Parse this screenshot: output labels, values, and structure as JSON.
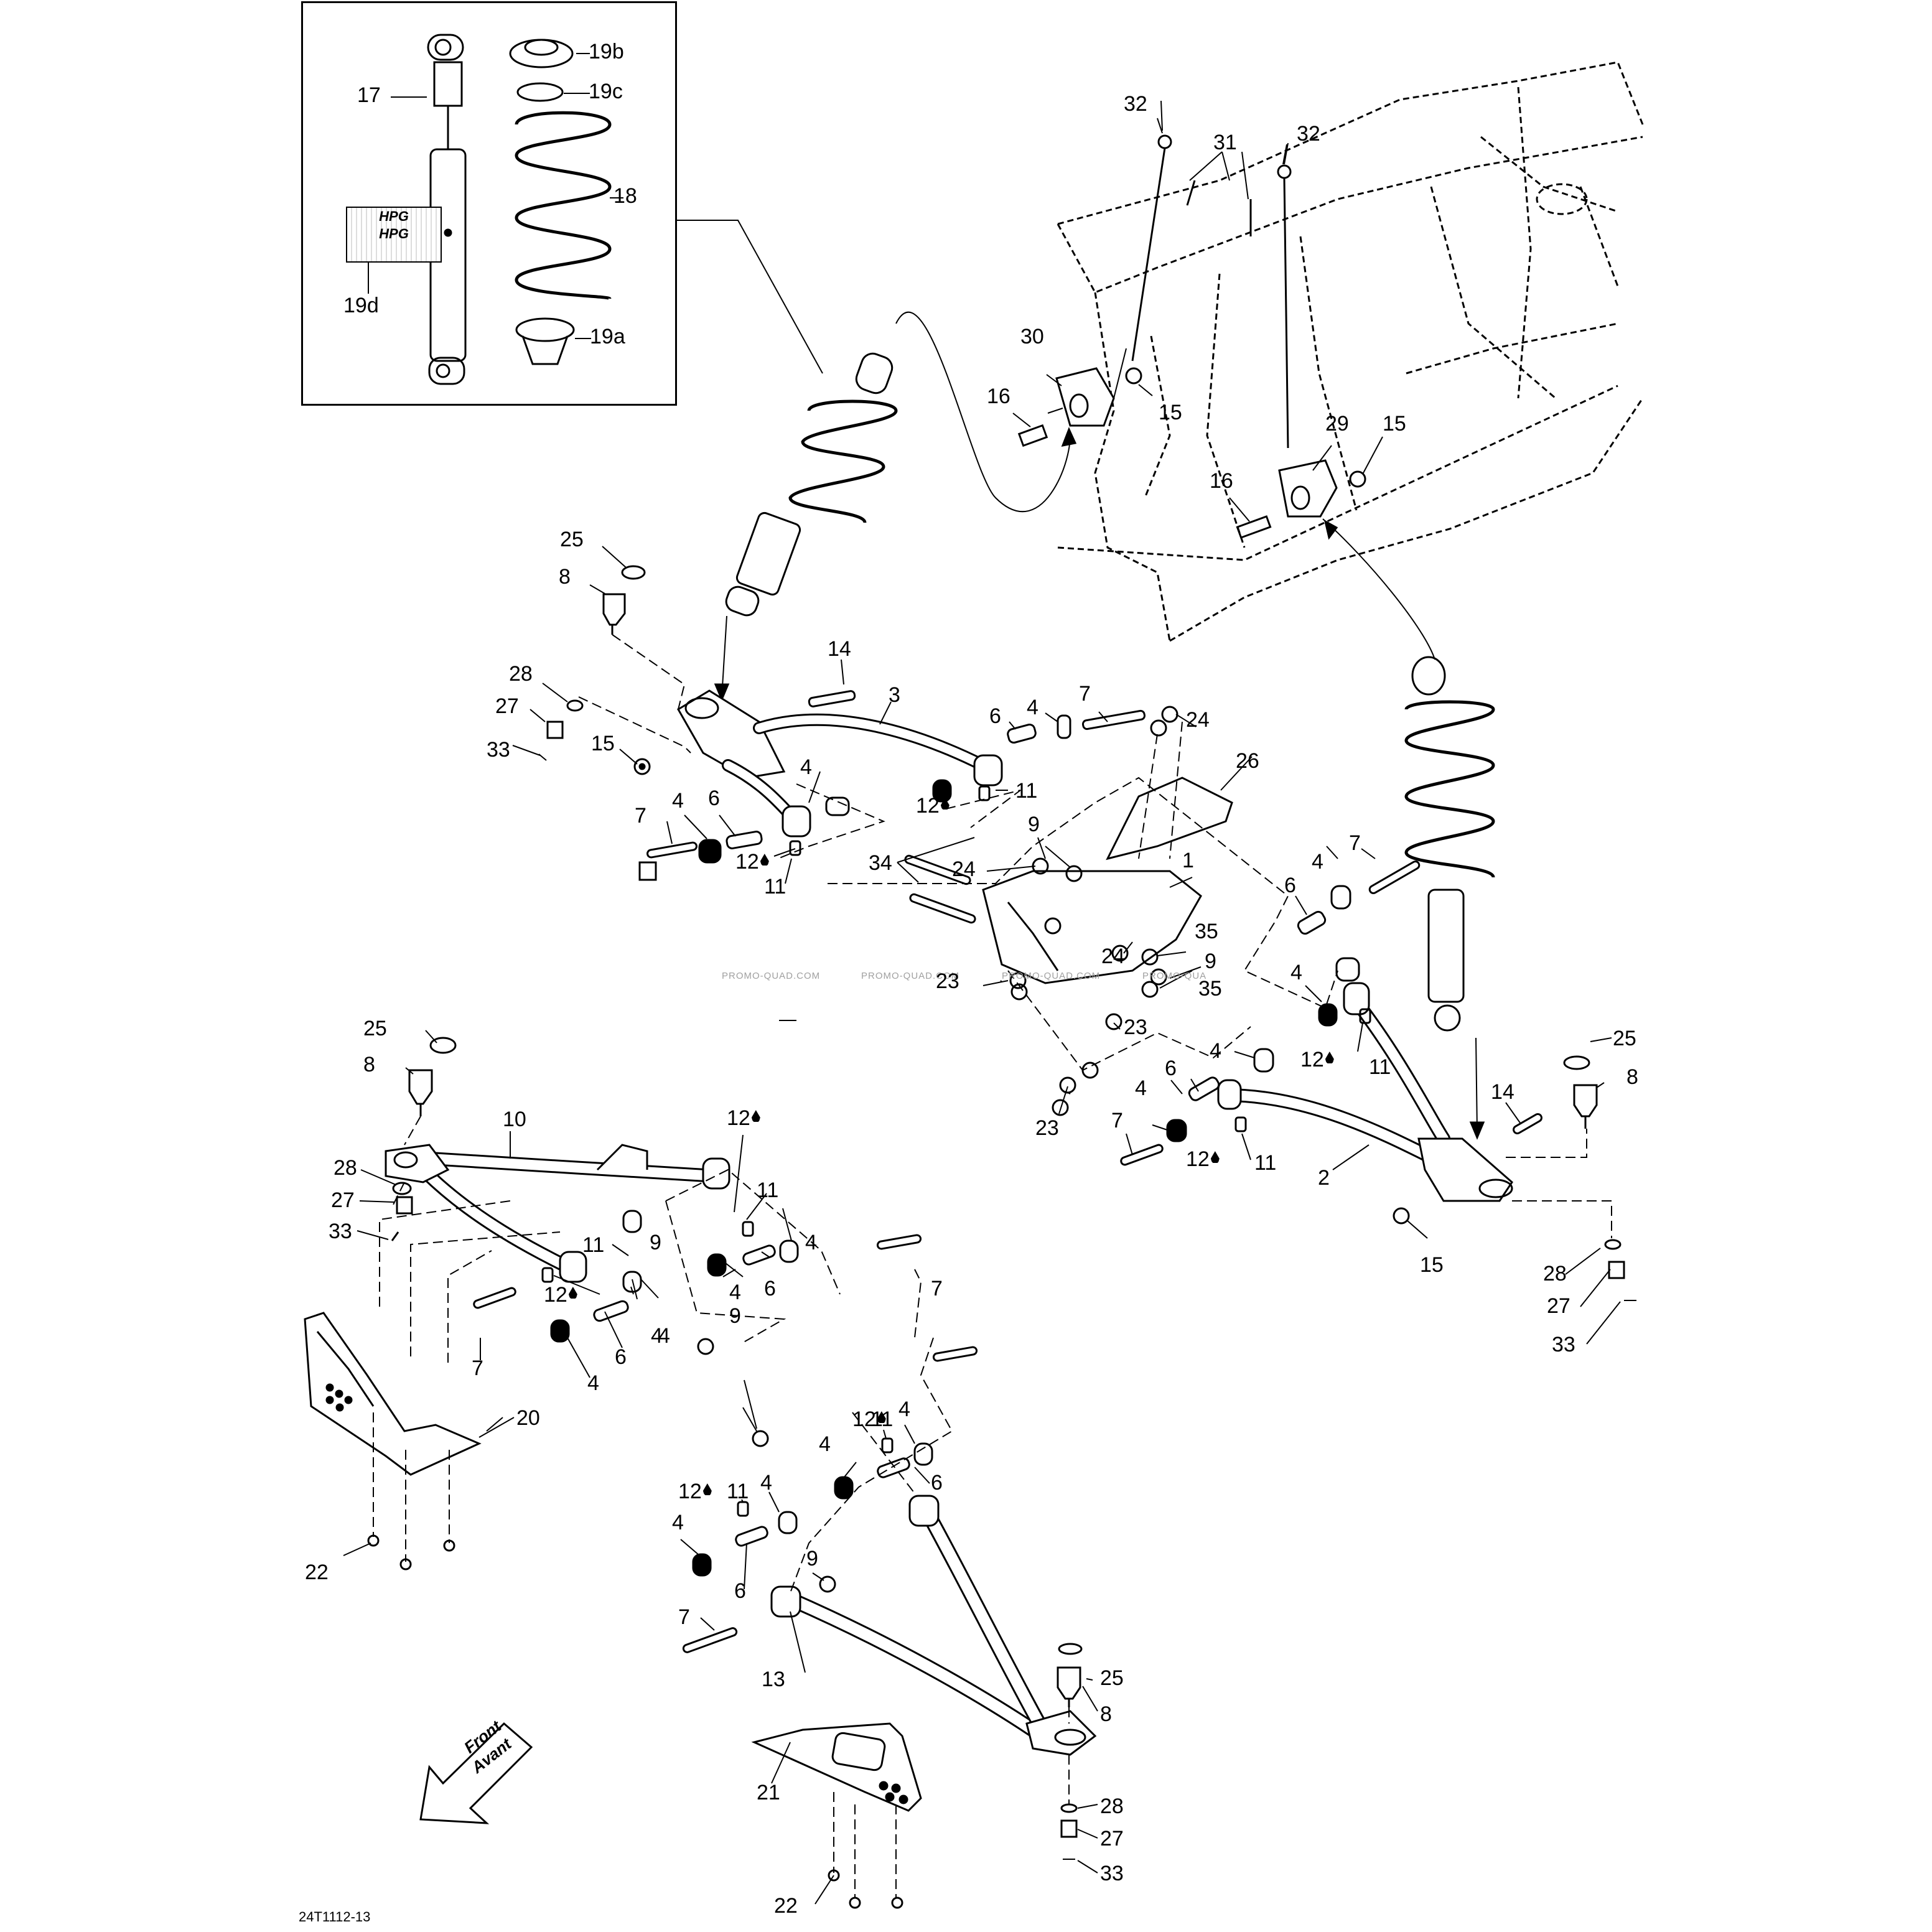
{
  "document_id": "24T1112-13",
  "watermarks": [
    "PROMO-QUAD.COM",
    "PROMO-QUAD.COM",
    "PROMO-QUAD.COM",
    "PROMO-QUA"
  ],
  "front_label": {
    "line1": "Front",
    "line2": "Avant"
  },
  "hpg_label": "HPG",
  "callouts": [
    {
      "id": "c-17",
      "text": "17"
    },
    {
      "id": "c-19b",
      "text": "19b"
    },
    {
      "id": "c-19c",
      "text": "19c"
    },
    {
      "id": "c-18",
      "text": "18"
    },
    {
      "id": "c-19d",
      "text": "19d"
    },
    {
      "id": "c-19a",
      "text": "19a"
    },
    {
      "id": "c-32a",
      "text": "32"
    },
    {
      "id": "c-31",
      "text": "31"
    },
    {
      "id": "c-32b",
      "text": "32"
    },
    {
      "id": "c-30",
      "text": "30"
    },
    {
      "id": "c-16a",
      "text": "16"
    },
    {
      "id": "c-15a",
      "text": "15"
    },
    {
      "id": "c-29",
      "text": "29"
    },
    {
      "id": "c-15b",
      "text": "15"
    },
    {
      "id": "c-16b",
      "text": "16"
    },
    {
      "id": "c-25a",
      "text": "25"
    },
    {
      "id": "c-8a",
      "text": "8"
    },
    {
      "id": "c-14a",
      "text": "14"
    },
    {
      "id": "c-28a",
      "text": "28"
    },
    {
      "id": "c-27a",
      "text": "27"
    },
    {
      "id": "c-33a",
      "text": "33"
    },
    {
      "id": "c-15c",
      "text": "15"
    },
    {
      "id": "c-3",
      "text": "3"
    },
    {
      "id": "c-6a",
      "text": "6"
    },
    {
      "id": "c-4a",
      "text": "4"
    },
    {
      "id": "c-7a",
      "text": "7"
    },
    {
      "id": "c-24a",
      "text": "24"
    },
    {
      "id": "c-26",
      "text": "26"
    },
    {
      "id": "c-4b",
      "text": "4"
    },
    {
      "id": "c-11a",
      "text": "11"
    },
    {
      "id": "c-12a",
      "text": "12",
      "drop": true
    },
    {
      "id": "c-7b",
      "text": "7"
    },
    {
      "id": "c-4c",
      "text": "4"
    },
    {
      "id": "c-6b",
      "text": "6"
    },
    {
      "id": "c-12b",
      "text": "12",
      "drop": true
    },
    {
      "id": "c-11b",
      "text": "11"
    },
    {
      "id": "c-34",
      "text": "34"
    },
    {
      "id": "c-24b",
      "text": "24"
    },
    {
      "id": "c-9a",
      "text": "9"
    },
    {
      "id": "c-1",
      "text": "1"
    },
    {
      "id": "c-35a",
      "text": "35"
    },
    {
      "id": "c-24c",
      "text": "24"
    },
    {
      "id": "c-9b",
      "text": "9"
    },
    {
      "id": "c-23a",
      "text": "23"
    },
    {
      "id": "c-35b",
      "text": "35"
    },
    {
      "id": "c-23b",
      "text": "23"
    },
    {
      "id": "c-23c",
      "text": "23"
    },
    {
      "id": "c-7c",
      "text": "7"
    },
    {
      "id": "c-4d",
      "text": "4"
    },
    {
      "id": "c-6c",
      "text": "6"
    },
    {
      "id": "c-4e",
      "text": "4"
    },
    {
      "id": "c-12c",
      "text": "12",
      "drop": true
    },
    {
      "id": "c-11c",
      "text": "11"
    },
    {
      "id": "c-4f",
      "text": "4"
    },
    {
      "id": "c-6d",
      "text": "6"
    },
    {
      "id": "c-4g",
      "text": "4"
    },
    {
      "id": "c-7d",
      "text": "7"
    },
    {
      "id": "c-12d",
      "text": "12",
      "drop": true
    },
    {
      "id": "c-11d",
      "text": "11"
    },
    {
      "id": "c-2",
      "text": "2"
    },
    {
      "id": "c-14b",
      "text": "14"
    },
    {
      "id": "c-25b",
      "text": "25"
    },
    {
      "id": "c-8b",
      "text": "8"
    },
    {
      "id": "c-15d",
      "text": "15"
    },
    {
      "id": "c-28b",
      "text": "28"
    },
    {
      "id": "c-27b",
      "text": "27"
    },
    {
      "id": "c-33b",
      "text": "33"
    },
    {
      "id": "c-25c",
      "text": "25"
    },
    {
      "id": "c-8c",
      "text": "8"
    },
    {
      "id": "c-10",
      "text": "10"
    },
    {
      "id": "c-12e",
      "text": "12",
      "drop": true
    },
    {
      "id": "c-11e",
      "text": "11"
    },
    {
      "id": "c-28c",
      "text": "28"
    },
    {
      "id": "c-27c",
      "text": "27"
    },
    {
      "id": "c-33c",
      "text": "33"
    },
    {
      "id": "c-11f",
      "text": "11"
    },
    {
      "id": "c-9c",
      "text": "9"
    },
    {
      "id": "c-12f",
      "text": "12",
      "drop": true
    },
    {
      "id": "c-4h",
      "text": "4"
    },
    {
      "id": "c-6e",
      "text": "6"
    },
    {
      "id": "c-4i",
      "text": "4"
    },
    {
      "id": "c-7e",
      "text": "7"
    },
    {
      "id": "c-6f",
      "text": "6"
    },
    {
      "id": "c-4j",
      "text": "4"
    },
    {
      "id": "c-4k",
      "text": "4"
    },
    {
      "id": "c-7f",
      "text": "7"
    },
    {
      "id": "c-4l",
      "text": "4"
    },
    {
      "id": "c-9d",
      "text": "9"
    },
    {
      "id": "c-20",
      "text": "20"
    },
    {
      "id": "c-12g",
      "text": "12",
      "drop": true
    },
    {
      "id": "c-11g",
      "text": "11"
    },
    {
      "id": "c-4m",
      "text": "4"
    },
    {
      "id": "c-4n",
      "text": "4"
    },
    {
      "id": "c-6g",
      "text": "6"
    },
    {
      "id": "c-12h",
      "text": "12",
      "drop": true
    },
    {
      "id": "c-11h",
      "text": "11"
    },
    {
      "id": "c-4o",
      "text": "4"
    },
    {
      "id": "c-4p",
      "text": "4"
    },
    {
      "id": "c-22a",
      "text": "22"
    },
    {
      "id": "c-6h",
      "text": "6"
    },
    {
      "id": "c-9e",
      "text": "9"
    },
    {
      "id": "c-7g",
      "text": "7"
    },
    {
      "id": "c-13",
      "text": "13"
    },
    {
      "id": "c-25d",
      "text": "25"
    },
    {
      "id": "c-8d",
      "text": "8"
    },
    {
      "id": "c-21",
      "text": "21"
    },
    {
      "id": "c-28d",
      "text": "28"
    },
    {
      "id": "c-27d",
      "text": "27"
    },
    {
      "id": "c-33d",
      "text": "33"
    },
    {
      "id": "c-22b",
      "text": "22"
    }
  ]
}
